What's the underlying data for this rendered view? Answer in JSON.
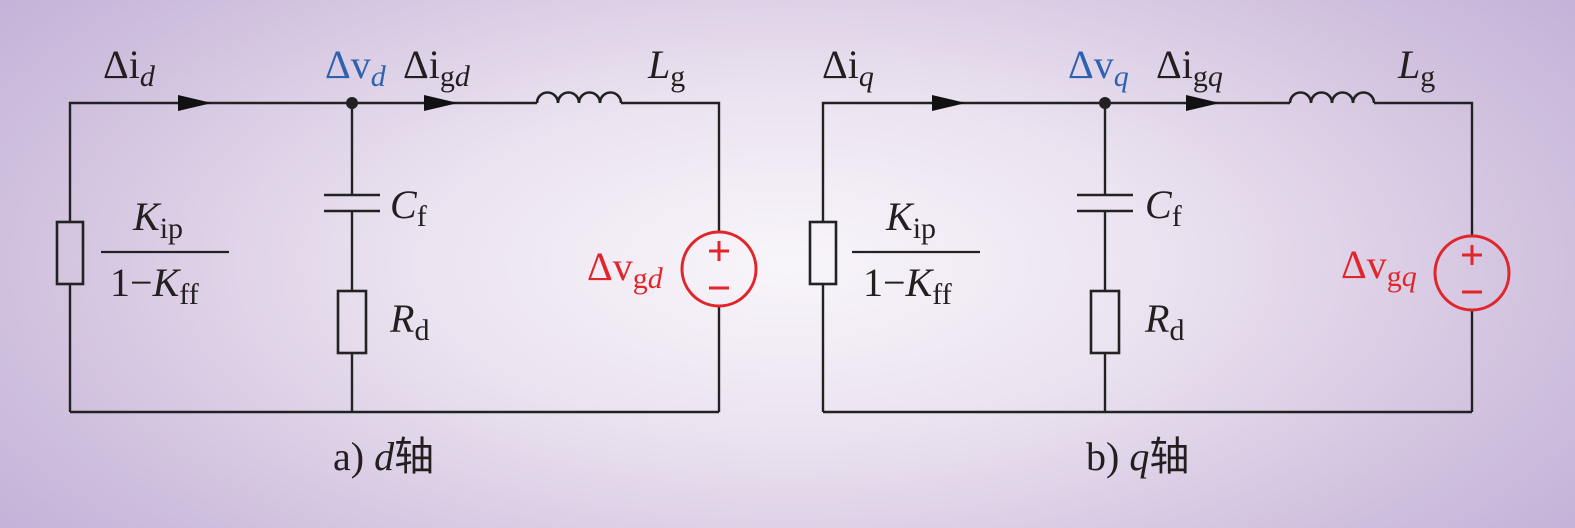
{
  "colors": {
    "wire": "#222222",
    "node_voltage": "#2f62ae",
    "source": "#e0262b",
    "background": "#d3c4e0"
  },
  "circuits": [
    {
      "id": "d",
      "caption_prefix": "a) ",
      "caption_axis": "d",
      "caption_suffix": "轴",
      "input_current": {
        "base": "Δi",
        "sub": "d"
      },
      "node_voltage": {
        "base": "Δv",
        "sub": "d"
      },
      "grid_current": {
        "base": "Δi",
        "sub1": "g",
        "sub2": "d"
      },
      "inductor": {
        "base": "L",
        "sub": "g"
      },
      "capacitor": {
        "base": "C",
        "sub": "f"
      },
      "damping_resistor": {
        "base": "R",
        "sub": "d"
      },
      "gain": {
        "num_base": "K",
        "num_sub": "ip",
        "den_prefix": "1−",
        "den_base": "K",
        "den_sub": "ff"
      },
      "source": {
        "base": "Δv",
        "sub1": "g",
        "sub2": "d",
        "plus": "+",
        "minus": "−"
      }
    },
    {
      "id": "q",
      "caption_prefix": "b) ",
      "caption_axis": "q",
      "caption_suffix": "轴",
      "input_current": {
        "base": "Δi",
        "sub": "q"
      },
      "node_voltage": {
        "base": "Δv",
        "sub": "q"
      },
      "grid_current": {
        "base": "Δi",
        "sub1": "g",
        "sub2": "q"
      },
      "inductor": {
        "base": "L",
        "sub": "g"
      },
      "capacitor": {
        "base": "C",
        "sub": "f"
      },
      "damping_resistor": {
        "base": "R",
        "sub": "d"
      },
      "gain": {
        "num_base": "K",
        "num_sub": "ip",
        "den_prefix": "1−",
        "den_base": "K",
        "den_sub": "ff"
      },
      "source": {
        "base": "Δv",
        "sub1": "g",
        "sub2": "q",
        "plus": "+",
        "minus": "−"
      }
    }
  ]
}
